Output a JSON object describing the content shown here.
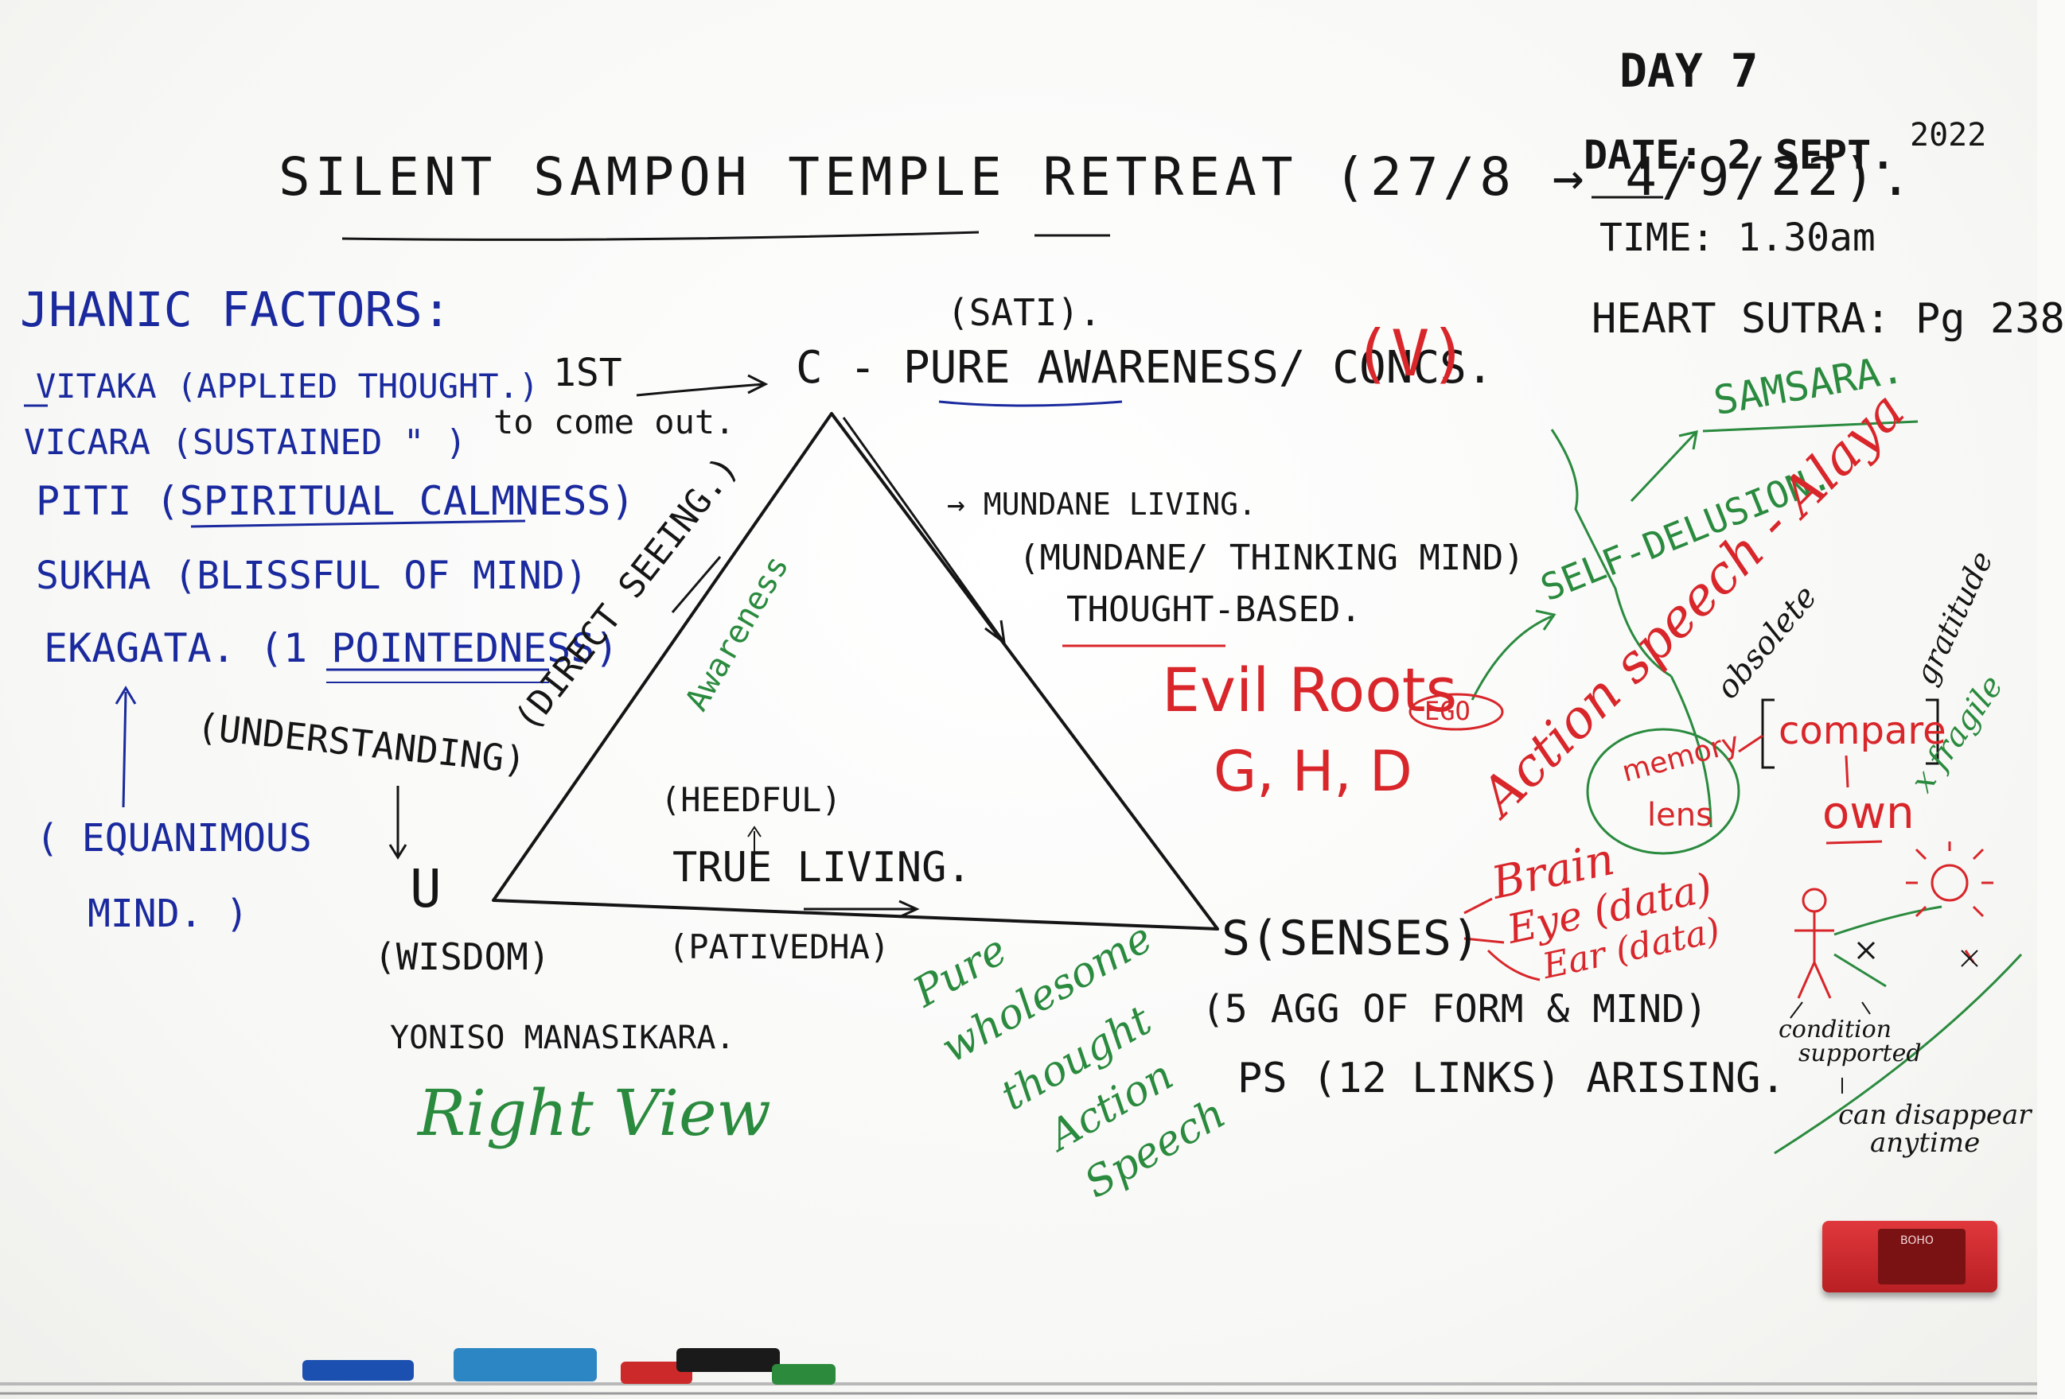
{
  "header": {
    "title": "SILENT SAMPOH TEMPLE RETREAT (27/8 → 4/9/22).",
    "day": "DAY 7",
    "date": "DATE: 2 SEPT.",
    "year": "2022",
    "time": "TIME: 1.30am",
    "heart_sutra": "HEART SUTRA: Pg 238"
  },
  "jhanic": {
    "heading": "JHANIC FACTORS:",
    "items": [
      "VITAKA (APPLIED THOUGHT.)",
      "VICARA (SUSTAINED \" )",
      "PITI (SPIRITUAL CALMNESS)",
      "SUKHA (BLISSFUL OF MIND)",
      "EKAGATA. (1 POINTEDNESS)"
    ],
    "first_label": "1ST",
    "first_sub": "to come out.",
    "equanimous": "( EQUANIMOUS",
    "equanimous2": "MIND. )"
  },
  "triangle": {
    "sati": "(SATI).",
    "c_label": "C - PURE AWARENESS/ CONCS.",
    "c_v": "(V)",
    "u_label": "U",
    "u_wisdom": "(WISDOM)",
    "yoniso": "YONISO MANASIKARA.",
    "right_view": "Right View",
    "s_label": "S(SENSES)",
    "s_agg": "(5 AGG OF FORM & MIND)",
    "ps": "PS (12 LINKS) ARISING.",
    "understanding": "(UNDERSTANDING)",
    "direct_seeing": "(DIRECT SEEING.)",
    "awareness": "Awareness",
    "heedful": "(HEEDFUL)",
    "true_living": "TRUE LIVING.",
    "pativedha": "(PATIVEDHA)",
    "mundane": "→ MUNDANE LIVING.",
    "mundane2": "(MUNDANE/ THINKING MIND)",
    "thought_based": "THOUGHT-BASED.",
    "pure": [
      "Pure",
      "wholesome",
      "thought",
      "Action",
      "Speech"
    ]
  },
  "right_side": {
    "samsara": "SAMSARA.",
    "self_delusion": "SELF-DELUSION.",
    "alaya": "Action speech - Alaya",
    "evil_roots": "Evil Roots",
    "ghd": "G, H, D",
    "ego": "EGO",
    "obsolete": "obsolete",
    "gratitude": "gratitude",
    "memory": "memory",
    "lens": "lens",
    "compare": "compare",
    "own": "own",
    "fragile": "x fragile",
    "brain": "Brain",
    "eye": "Eye (data)",
    "ear": "Ear (data)",
    "condition": "condition",
    "supported": "supported",
    "can_disappear": "can disappear",
    "anytime": "anytime"
  },
  "objects": {
    "eraser_brand": "BOHO"
  },
  "colors": {
    "blue_marker": "#1a2a9e",
    "black_marker": "#151515",
    "red_marker": "#d8262a",
    "green_marker": "#2a8a3e",
    "eraser": "#d42a2e"
  }
}
